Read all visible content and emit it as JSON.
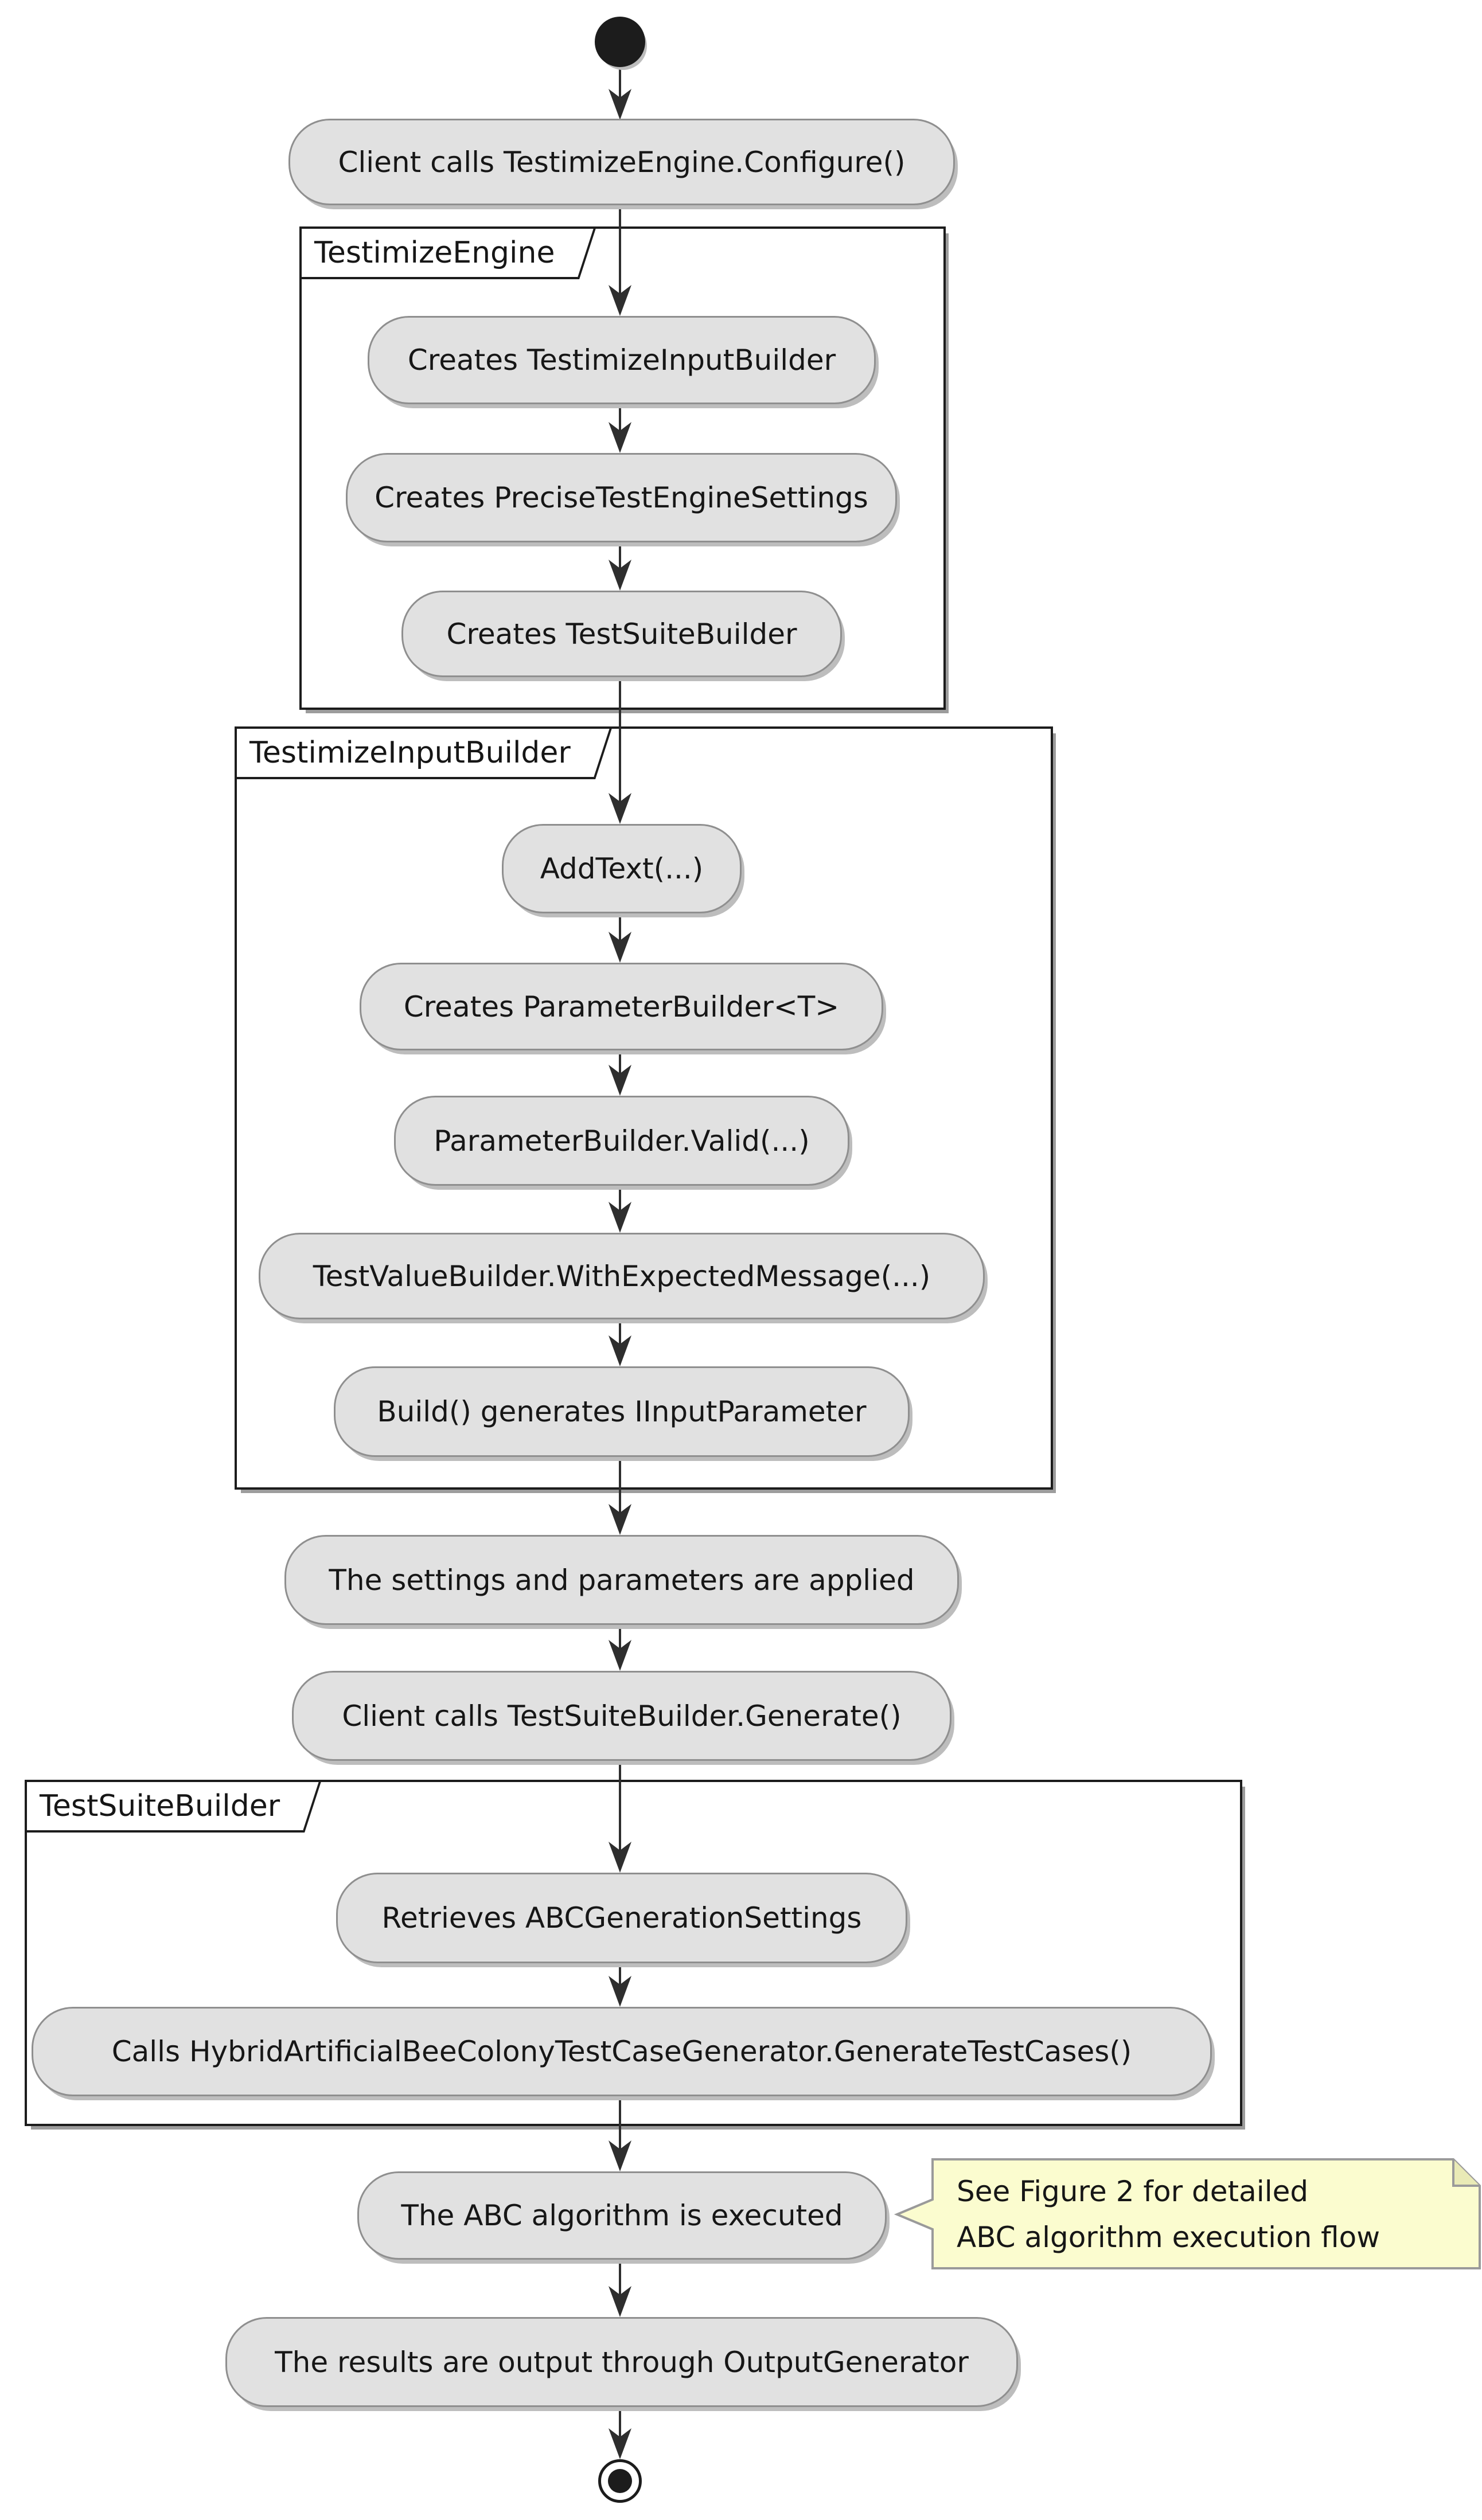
{
  "diagram_type": "activity-diagram",
  "colors": {
    "canvas-bg": "#ffffff",
    "activity-fill": "#e1e1e1",
    "activity-border": "#8f8f8f",
    "partition-border": "#1c1c1c",
    "line": "#2e2e2e",
    "text": "#161616",
    "note-fill": "#fbfccf",
    "note-border": "#9a9a9a"
  },
  "flow": {
    "start": "initial-node",
    "end": "final-node",
    "steps": [
      {
        "type": "activity",
        "label": "Client calls TestimizeEngine.Configure()"
      },
      {
        "type": "partition",
        "label": "TestimizeEngine",
        "steps": [
          {
            "type": "activity",
            "label": "Creates TestimizeInputBuilder"
          },
          {
            "type": "activity",
            "label": "Creates PreciseTestEngineSettings"
          },
          {
            "type": "activity",
            "label": "Creates TestSuiteBuilder"
          }
        ]
      },
      {
        "type": "partition",
        "label": "TestimizeInputBuilder",
        "steps": [
          {
            "type": "activity",
            "label": "AddText(...)"
          },
          {
            "type": "activity",
            "label": "Creates ParameterBuilder<T>"
          },
          {
            "type": "activity",
            "label": "ParameterBuilder.Valid(...)"
          },
          {
            "type": "activity",
            "label": "TestValueBuilder.WithExpectedMessage(...)"
          },
          {
            "type": "activity",
            "label": "Build() generates IInputParameter"
          }
        ]
      },
      {
        "type": "activity",
        "label": "The settings and parameters are applied"
      },
      {
        "type": "activity",
        "label": "Client calls TestSuiteBuilder.Generate()"
      },
      {
        "type": "partition",
        "label": "TestSuiteBuilder",
        "steps": [
          {
            "type": "activity",
            "label": "Retrieves ABCGenerationSettings"
          },
          {
            "type": "activity",
            "label": "Calls HybridArtificialBeeColonyTestCaseGenerator.GenerateTestCases()"
          }
        ]
      },
      {
        "type": "activity",
        "label": "The ABC algorithm is executed",
        "note": {
          "lines": [
            "See Figure 2 for detailed",
            "ABC algorithm execution flow"
          ]
        }
      },
      {
        "type": "activity",
        "label": "The results are output through OutputGenerator"
      }
    ]
  }
}
